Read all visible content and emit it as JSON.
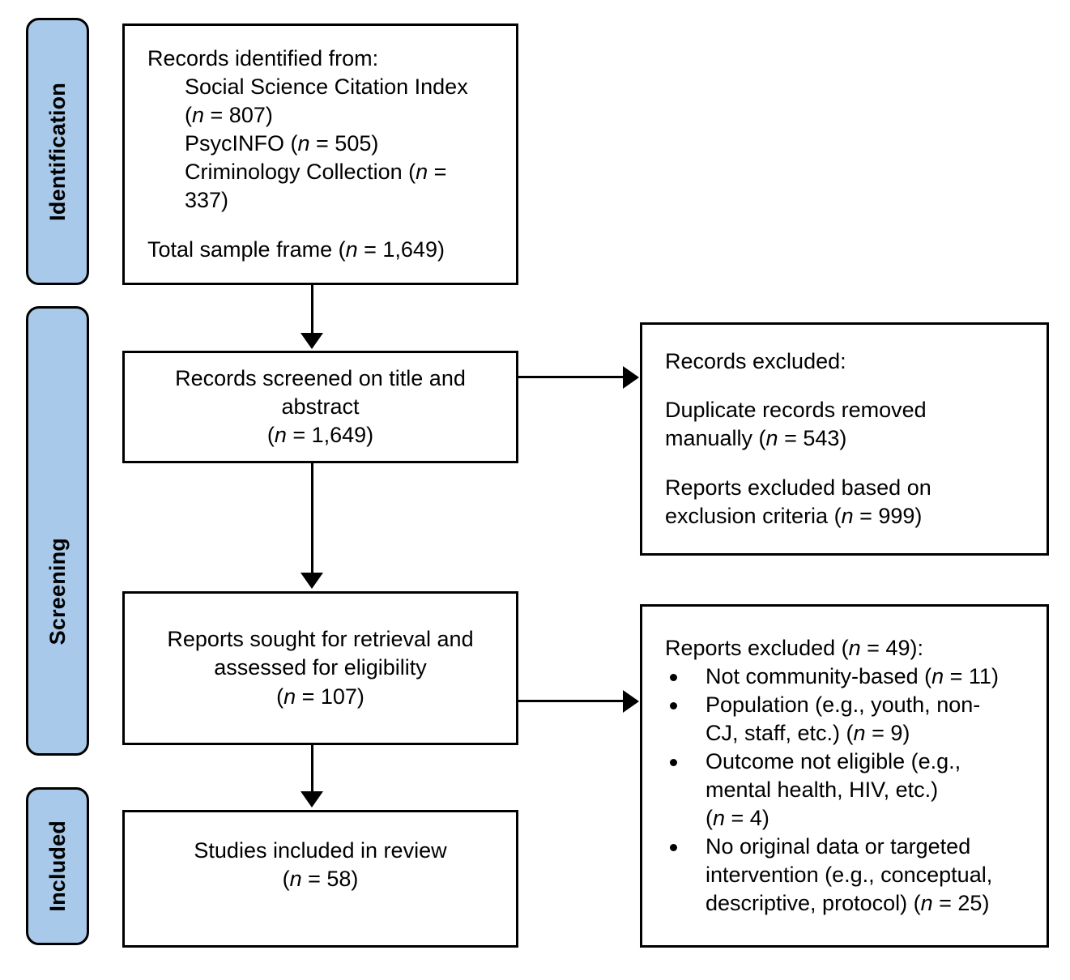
{
  "diagram": {
    "type": "prisma-flow-diagram",
    "accent_color": "#a8c9ea",
    "line_color": "#000000",
    "background_color": "#ffffff"
  },
  "phases": [
    {
      "id": "identification",
      "label": "Identification"
    },
    {
      "id": "screening",
      "label": "Screening"
    },
    {
      "id": "included",
      "label": "Included"
    }
  ],
  "boxes": {
    "identified": {
      "heading": "Records identified from:",
      "sources": [
        {
          "name": "Social Science Citation Index",
          "n": "(n = 807)"
        },
        {
          "name": "PsycINFO",
          "n": "(n = 505)"
        },
        {
          "name": "Criminology Collection",
          "n": "(n = 337)"
        }
      ],
      "line_1": "Records identified from:",
      "line_2": "Social Science Citation Index",
      "line_3_pre": "(",
      "line_3_n": "n",
      "line_3_post": " = 807)",
      "line_4_pre": "PsycINFO (",
      "line_4_n": "n",
      "line_4_post": " = 505)",
      "line_5_pre": "Criminology Collection (",
      "line_5_n": "n",
      "line_5_post": " =",
      "line_6": "337)",
      "total_pre": "Total sample frame (",
      "total_n": "n",
      "total_post": " = 1,649)",
      "total_count": 1649
    },
    "screened": {
      "line_1": "Records screened on title and",
      "line_2": "abstract",
      "count_pre": "(",
      "count_n": "n",
      "count_post": " = 1,649)",
      "count": 1649
    },
    "records_excluded": {
      "heading": "Records excluded:",
      "item_1_line_1": "Duplicate records removed",
      "item_1_line_2_pre": "manually (",
      "item_1_line_2_n": "n",
      "item_1_line_2_post": " = 543)",
      "item_1_count": 543,
      "item_2_line_1": "Reports excluded based on",
      "item_2_line_2_pre": "exclusion criteria (",
      "item_2_line_2_n": "n",
      "item_2_line_2_post": " = 999)",
      "item_2_count": 999
    },
    "sought": {
      "line_1": "Reports sought for retrieval and",
      "line_2": "assessed for eligibility",
      "count_pre": "(",
      "count_n": "n",
      "count_post": " = 107)",
      "count": 107
    },
    "reports_excluded": {
      "heading_pre": "Reports excluded (",
      "heading_n": "n",
      "heading_post": " = 49):",
      "total": 49,
      "reasons": [
        {
          "text": "Not community-based (n = 11)",
          "count": 11
        },
        {
          "text": "Population (e.g., youth, non-CJ, staff, etc.) (n = 9)",
          "count": 9
        },
        {
          "text": "Outcome not eligible (e.g., mental health, HIV, etc.) (n = 4)",
          "count": 4
        },
        {
          "text": "No original data or targeted intervention (e.g., conceptual, descriptive, protocol) (n = 25)",
          "count": 25
        }
      ],
      "r1_pre": "Not community-based (",
      "r1_n": "n",
      "r1_post": " = 11)",
      "r2_line1": "Population (e.g., youth, non-",
      "r2_line2_pre": "CJ, staff, etc.) (",
      "r2_line2_n": "n",
      "r2_line2_post": " = 9)",
      "r3_line1": "Outcome not eligible (e.g.,",
      "r3_line2": "mental health, HIV, etc.)",
      "r3_line3_pre": "(",
      "r3_line3_n": "n",
      "r3_line3_post": " = 4)",
      "r4_line1": "No original data or targeted",
      "r4_line2": "intervention (e.g., conceptual,",
      "r4_line3_pre": "descriptive, protocol) (",
      "r4_line3_n": "n",
      "r4_line3_post": " = 25)"
    },
    "included": {
      "line_1": "Studies included in review",
      "count_pre": "(",
      "count_n": "n",
      "count_post": " = 58)",
      "count": 58
    }
  }
}
